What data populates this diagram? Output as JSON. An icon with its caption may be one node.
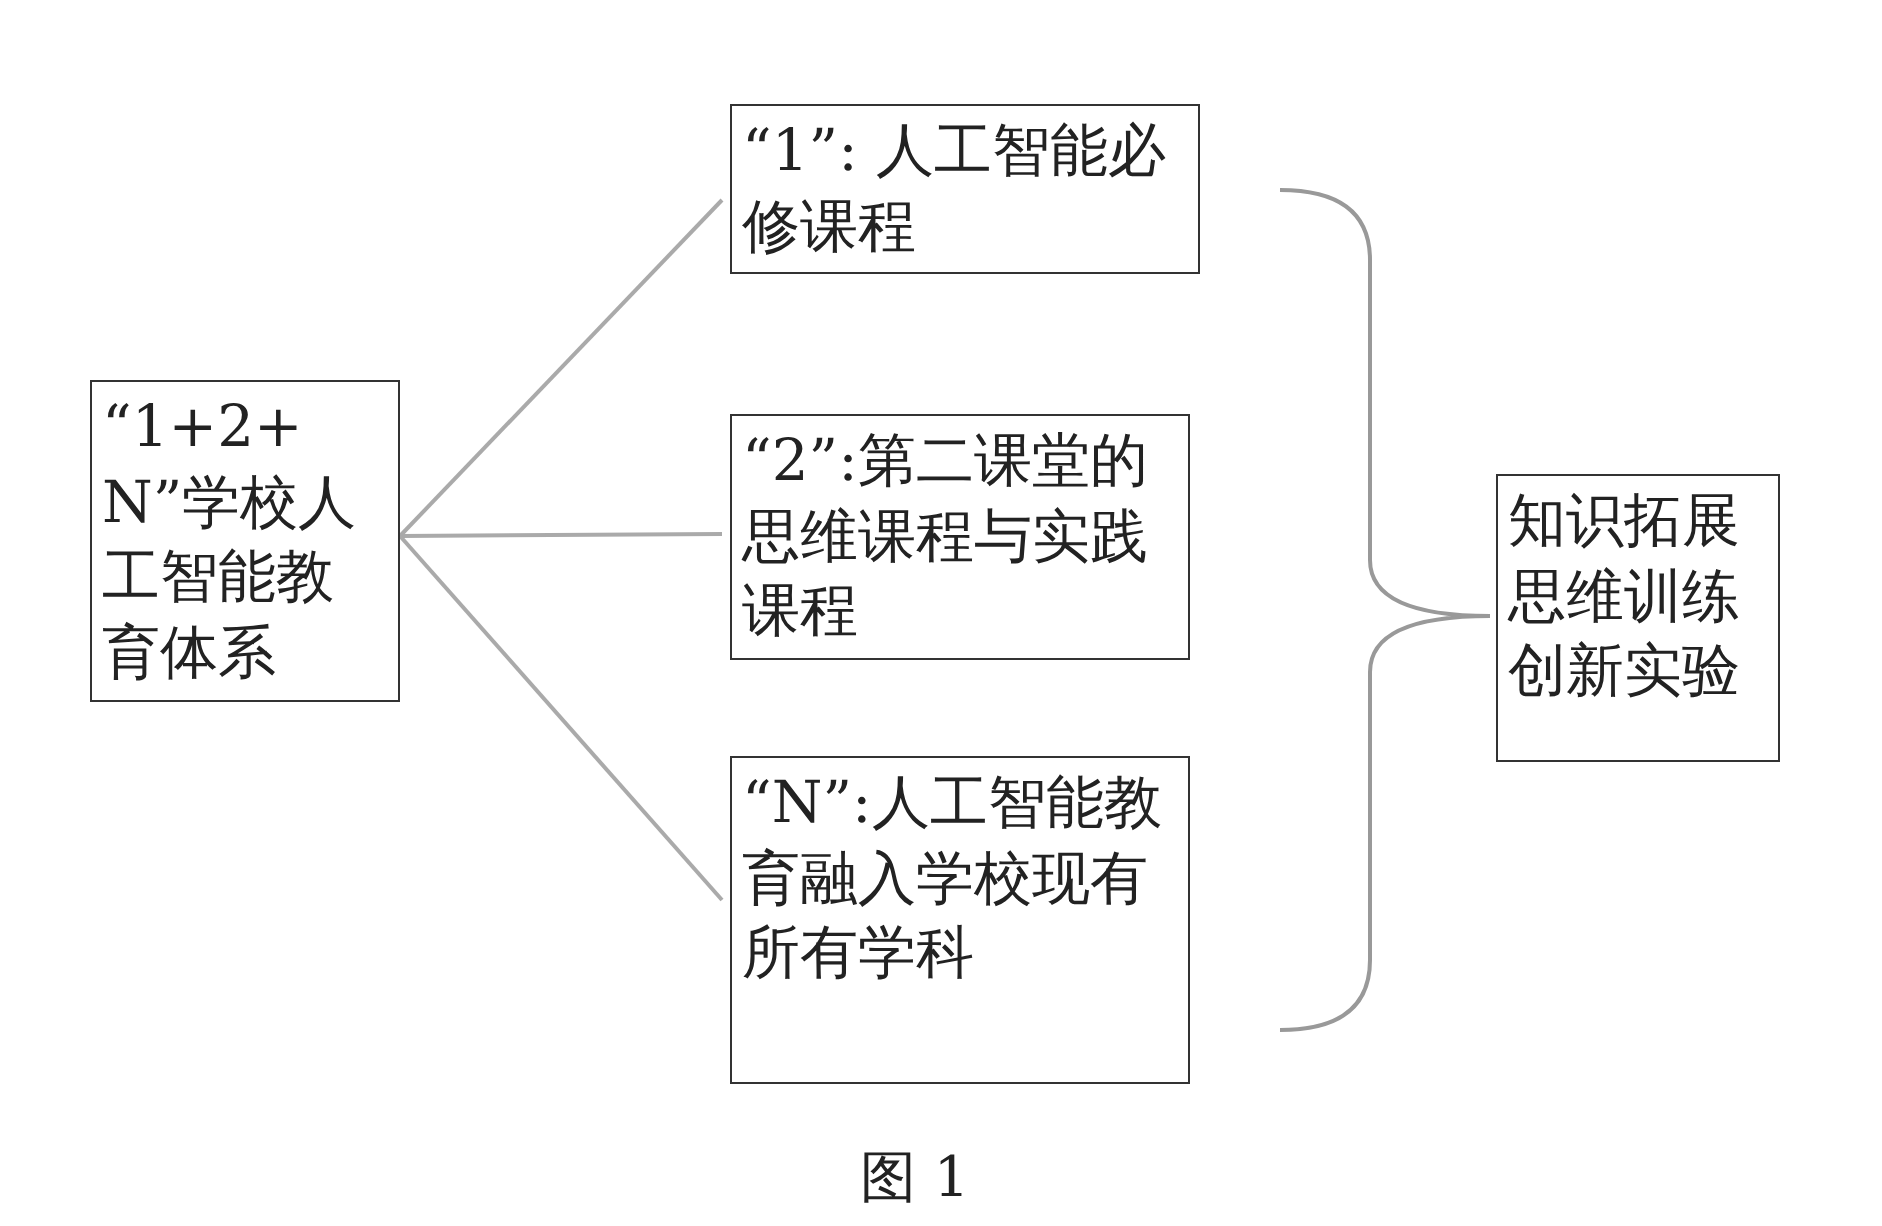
{
  "diagram": {
    "caption": "图 1",
    "nodes": [
      {
        "text": [
          "“1+2+N”学校人工智能教育体系"
        ]
      },
      {
        "text": [
          "“1”: 人工智能必修课程"
        ]
      },
      {
        "text": [
          "“2”:第二课堂的思维课程与实践课程"
        ]
      },
      {
        "text": [
          "“N”:人工智能教育融入学校现有所有学科"
        ]
      },
      {
        "text": [
          "知识拓展思维训练创新实验"
        ]
      }
    ],
    "edges": [
      {
        "from": 0,
        "to": 1,
        "arrow": "none"
      },
      {
        "from": 0,
        "to": 2,
        "arrow": "none"
      },
      {
        "from": 0,
        "to": 3,
        "arrow": "none"
      }
    ]
  }
}
